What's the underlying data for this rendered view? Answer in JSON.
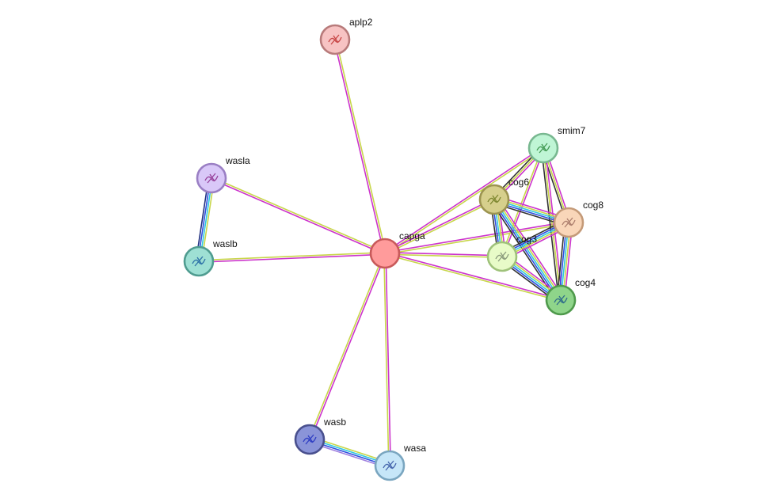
{
  "network": {
    "nodes": [
      {
        "id": "aplp2",
        "label": "aplp2",
        "fill": "#f7c3c3",
        "stroke": "#b87b7b",
        "glyph": "#c03030"
      },
      {
        "id": "smim7",
        "label": "smim7",
        "fill": "#bff5d5",
        "stroke": "#78b890",
        "glyph": "#2e8b3e"
      },
      {
        "id": "wasla",
        "label": "wasla",
        "fill": "#d9c8f8",
        "stroke": "#9a7fc4",
        "glyph": "#8b2a8b"
      },
      {
        "id": "cog6",
        "label": "cog6",
        "fill": "#d6cf8c",
        "stroke": "#9c9450",
        "glyph": "#6f7a20"
      },
      {
        "id": "cog8",
        "label": "cog8",
        "fill": "#f9d6b9",
        "stroke": "#c49a78",
        "glyph": "#a07060"
      },
      {
        "id": "waslb",
        "label": "waslb",
        "fill": "#9ee0d4",
        "stroke": "#4f9c90",
        "glyph": "#1a5fa0"
      },
      {
        "id": "capga",
        "label": "capga",
        "fill": "#ff9b9b",
        "stroke": "#c85a5a",
        "glyph": "none"
      },
      {
        "id": "cog3",
        "label": "cog3",
        "fill": "#e8fbc8",
        "stroke": "#9fc27a",
        "glyph": "#7a8a70"
      },
      {
        "id": "cog4",
        "label": "cog4",
        "fill": "#8fd58a",
        "stroke": "#4f9a4c",
        "glyph": "#1f5a8a"
      },
      {
        "id": "wasb",
        "label": "wasb",
        "fill": "#8a94d8",
        "stroke": "#49508e",
        "glyph": "#2030c0"
      },
      {
        "id": "wasa",
        "label": "wasa",
        "fill": "#c6e6f8",
        "stroke": "#7aa6c0",
        "glyph": "#3050a0"
      }
    ],
    "edges": [
      {
        "source": "capga",
        "target": "aplp2",
        "evidence": [
          "magenta",
          "yellowgreen"
        ]
      },
      {
        "source": "capga",
        "target": "wasla",
        "evidence": [
          "magenta",
          "yellowgreen"
        ]
      },
      {
        "source": "capga",
        "target": "waslb",
        "evidence": [
          "magenta",
          "yellowgreen"
        ]
      },
      {
        "source": "capga",
        "target": "wasb",
        "evidence": [
          "magenta",
          "yellowgreen"
        ]
      },
      {
        "source": "capga",
        "target": "wasa",
        "evidence": [
          "magenta",
          "yellowgreen"
        ]
      },
      {
        "source": "capga",
        "target": "smim7",
        "evidence": [
          "magenta",
          "yellowgreen"
        ]
      },
      {
        "source": "capga",
        "target": "cog6",
        "evidence": [
          "magenta",
          "yellowgreen"
        ]
      },
      {
        "source": "capga",
        "target": "cog8",
        "evidence": [
          "magenta",
          "yellowgreen"
        ]
      },
      {
        "source": "capga",
        "target": "cog3",
        "evidence": [
          "magenta",
          "yellowgreen"
        ]
      },
      {
        "source": "capga",
        "target": "cog4",
        "evidence": [
          "magenta",
          "yellowgreen"
        ]
      },
      {
        "source": "wasla",
        "target": "waslb",
        "evidence": [
          "yellowgreen",
          "cyan",
          "blue",
          "darkblue"
        ]
      },
      {
        "source": "wasb",
        "target": "wasa",
        "evidence": [
          "yellowgreen",
          "cyan",
          "blue",
          "violet"
        ]
      },
      {
        "source": "smim7",
        "target": "cog6",
        "evidence": [
          "magenta",
          "yellowgreen",
          "black"
        ]
      },
      {
        "source": "smim7",
        "target": "cog8",
        "evidence": [
          "magenta",
          "yellowgreen",
          "black"
        ]
      },
      {
        "source": "smim7",
        "target": "cog3",
        "evidence": [
          "magenta",
          "yellowgreen"
        ]
      },
      {
        "source": "smim7",
        "target": "cog4",
        "evidence": [
          "magenta",
          "yellowgreen",
          "black"
        ]
      },
      {
        "source": "cog6",
        "target": "cog8",
        "evidence": [
          "magenta",
          "yellowgreen",
          "cyan",
          "blue",
          "black"
        ]
      },
      {
        "source": "cog6",
        "target": "cog3",
        "evidence": [
          "magenta",
          "yellowgreen",
          "cyan",
          "blue",
          "black"
        ]
      },
      {
        "source": "cog6",
        "target": "cog4",
        "evidence": [
          "magenta",
          "yellowgreen",
          "cyan",
          "blue",
          "black"
        ]
      },
      {
        "source": "cog8",
        "target": "cog3",
        "evidence": [
          "magenta",
          "yellowgreen",
          "cyan",
          "blue",
          "black"
        ]
      },
      {
        "source": "cog8",
        "target": "cog4",
        "evidence": [
          "magenta",
          "yellowgreen",
          "cyan",
          "blue",
          "black"
        ]
      },
      {
        "source": "cog3",
        "target": "cog4",
        "evidence": [
          "magenta",
          "yellowgreen",
          "cyan",
          "blue",
          "black"
        ]
      }
    ],
    "evidence_colors": {
      "magenta": "#cc33cc",
      "yellowgreen": "#c8d64a",
      "cyan": "#30c8e0",
      "blue": "#3050e0",
      "darkblue": "#203080",
      "violet": "#a080e0",
      "black": "#333333"
    }
  }
}
